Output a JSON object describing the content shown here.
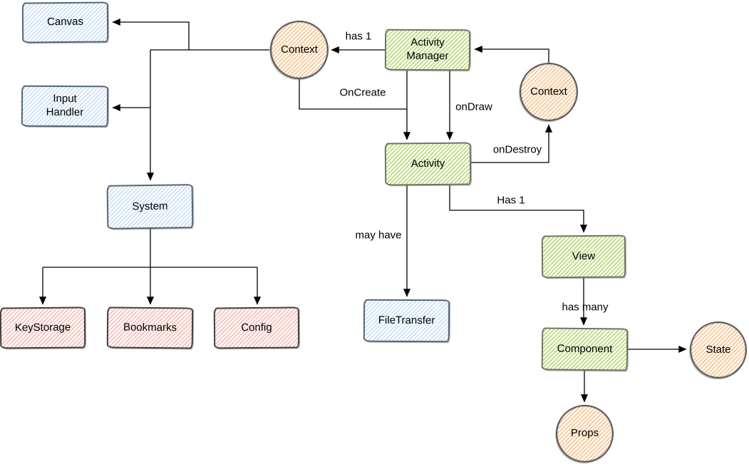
{
  "diagram": {
    "nodes": {
      "canvas": {
        "label": "Canvas",
        "fill": "blue",
        "shape": "rect"
      },
      "input_handler": {
        "label": "Input Handler",
        "fill": "blue",
        "shape": "rect"
      },
      "system": {
        "label": "System",
        "fill": "blue",
        "shape": "rect"
      },
      "key_storage": {
        "label": "KeyStorage",
        "fill": "red",
        "shape": "rect"
      },
      "bookmarks": {
        "label": "Bookmarks",
        "fill": "red",
        "shape": "rect"
      },
      "config": {
        "label": "Config",
        "fill": "red",
        "shape": "rect"
      },
      "context_left": {
        "label": "Context",
        "fill": "orange",
        "shape": "circle"
      },
      "activity_manager": {
        "label": "Activity Manager",
        "fill": "green",
        "shape": "rect"
      },
      "context_right": {
        "label": "Context",
        "fill": "orange",
        "shape": "circle"
      },
      "activity": {
        "label": "Activity",
        "fill": "green",
        "shape": "rect"
      },
      "file_transfer": {
        "label": "FileTransfer",
        "fill": "blue",
        "shape": "rect"
      },
      "view": {
        "label": "View",
        "fill": "green",
        "shape": "rect"
      },
      "component": {
        "label": "Component",
        "fill": "green",
        "shape": "rect"
      },
      "state": {
        "label": "State",
        "fill": "orange",
        "shape": "circle"
      },
      "props": {
        "label": "Props",
        "fill": "orange",
        "shape": "circle"
      }
    },
    "edges": [
      {
        "from": "activity_manager",
        "to": "context_left",
        "label": "has 1"
      },
      {
        "from": "context_left",
        "to": "activity",
        "label": "OnCreate"
      },
      {
        "from": "activity_manager",
        "to": "activity",
        "label": "onDraw"
      },
      {
        "from": "context_right",
        "to": "activity_manager",
        "label": ""
      },
      {
        "from": "activity",
        "to": "context_right",
        "label": "onDestroy"
      },
      {
        "from": "activity",
        "to": "file_transfer",
        "label": "may have"
      },
      {
        "from": "activity",
        "to": "view",
        "label": "Has 1"
      },
      {
        "from": "view",
        "to": "component",
        "label": "has many"
      },
      {
        "from": "component",
        "to": "state",
        "label": ""
      },
      {
        "from": "component",
        "to": "props",
        "label": ""
      },
      {
        "from": "context_left",
        "to": "canvas",
        "label": ""
      },
      {
        "from": "context_left",
        "to": "input_handler",
        "label": ""
      },
      {
        "from": "context_left",
        "to": "system",
        "label": ""
      },
      {
        "from": "system",
        "to": "key_storage",
        "label": ""
      },
      {
        "from": "system",
        "to": "bookmarks",
        "label": ""
      },
      {
        "from": "system",
        "to": "config",
        "label": ""
      }
    ],
    "colors": {
      "blue_hatch": "#cbdff5",
      "green_hatch": "#bedc87",
      "orange_hatch": "#f8c99b",
      "red_hatch": "#f5bfba",
      "edge_line": "#000000"
    }
  }
}
